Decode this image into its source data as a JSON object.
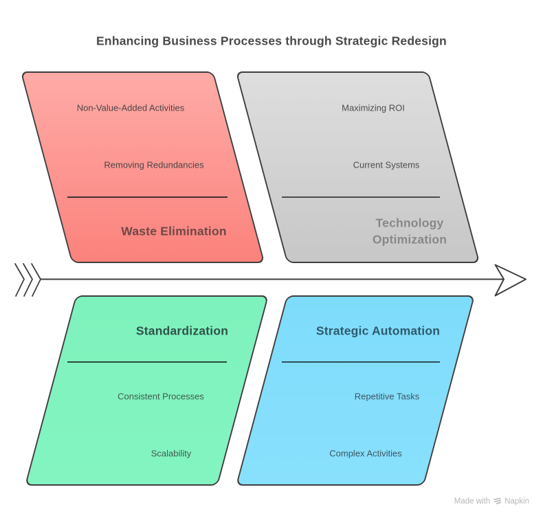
{
  "title": "Enhancing Business Processes through Strategic Redesign",
  "arrow_color": "#3f3f3f",
  "quadrants": [
    {
      "name": "Waste Elimination",
      "position": "top-left",
      "items": [
        "Non-Value-Added Activities",
        "Removing Redundancies"
      ],
      "fill_top": "#ffaba7",
      "fill_bottom": "#fb827c",
      "heading_color": "#6f4846",
      "label_color": "#4c4546",
      "divider_color": "#42302f"
    },
    {
      "name": "Technology Optimization",
      "position": "top-right",
      "items": [
        "Maximizing ROI",
        "Current Systems"
      ],
      "fill_top": "#dedede",
      "fill_bottom": "#c7c7c7",
      "heading_color": "#888888",
      "label_color": "#4e4e4e",
      "divider_color": "#4b4b4b"
    },
    {
      "name": "Standardization",
      "position": "bottom-left",
      "items": [
        "Consistent Processes",
        "Scalability"
      ],
      "fill_top": "#7ef2bc",
      "fill_bottom": "#83f4c0",
      "heading_color": "#2f5349",
      "label_color": "#3f5c50",
      "divider_color": "#2b4a41"
    },
    {
      "name": "Strategic Automation",
      "position": "bottom-right",
      "items": [
        "Repetitive Tasks",
        "Complex Activities"
      ],
      "fill_top": "#7edcfb",
      "fill_bottom": "#88e0fc",
      "heading_color": "#2e5a6d",
      "label_color": "#3d5764",
      "divider_color": "#2d4d5c"
    }
  ],
  "watermark": {
    "text": "Made with",
    "brand": "Napkin",
    "color": "#b8b8b8"
  }
}
